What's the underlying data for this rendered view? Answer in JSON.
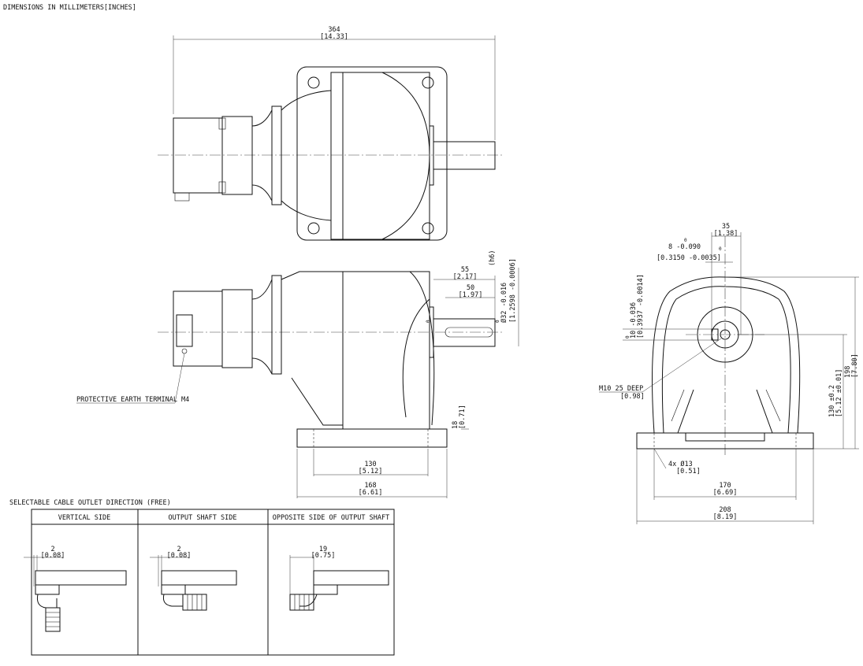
{
  "title": "DIMENSIONS IN MILLIMETERS[INCHES]",
  "top_view": {
    "overall_length": "364",
    "overall_length_in": "[14.33]"
  },
  "side_view": {
    "shaft_len": "55",
    "shaft_len_in": "[2.17]",
    "key_len": "50",
    "key_len_in": "[1.97]",
    "shaft_dia": "Ø32 -0.016",
    "shaft_dia_tol_top": "0",
    "shaft_dia_in": "[1.2598 -0.0006]",
    "shaft_dia_in_tol_top": "0",
    "fit": "(h6)",
    "base_thk": "18",
    "base_thk_in": "[0.71]",
    "hole_pitch": "130",
    "hole_pitch_in": "[5.12]",
    "base_len": "168",
    "base_len_in": "[6.61]",
    "earth_label": "PROTECTIVE EARTH TERMINAL M4"
  },
  "front_view": {
    "shaft_center_offset": "35",
    "shaft_center_offset_in": "[1.38]",
    "key_width": "8 -0.090",
    "key_width_tol_top": "0",
    "key_width_in": "[0.3150 -0.0035]",
    "key_width_in_tol_top": "0",
    "key_height": "10 -0.036",
    "key_height_tol_top": "0",
    "key_height_in": "[0.3937 -0.0014]",
    "height": "198",
    "height_in": "[7.80]",
    "center_height": "130 ±0.2",
    "center_height_in": "[5.12 ±0.01]",
    "tap": "M10  25  DEEP",
    "tap_in": "[0.98]",
    "holes": "4x Ø13",
    "holes_in": "[0.51]",
    "hole_pitch": "170",
    "hole_pitch_in": "[6.69]",
    "width": "208",
    "width_in": "[8.19]"
  },
  "cable_table": {
    "title": "SELECTABLE CABLE OUTLET DIRECTION (FREE)",
    "columns": [
      {
        "header": "VERTICAL SIDE",
        "dim": "2",
        "dim_in": "[0.08]"
      },
      {
        "header": "OUTPUT SHAFT SIDE",
        "dim": "2",
        "dim_in": "[0.08]"
      },
      {
        "header": "OPPOSITE SIDE OF OUTPUT SHAFT",
        "dim": "19",
        "dim_in": "[0.75]"
      }
    ]
  }
}
